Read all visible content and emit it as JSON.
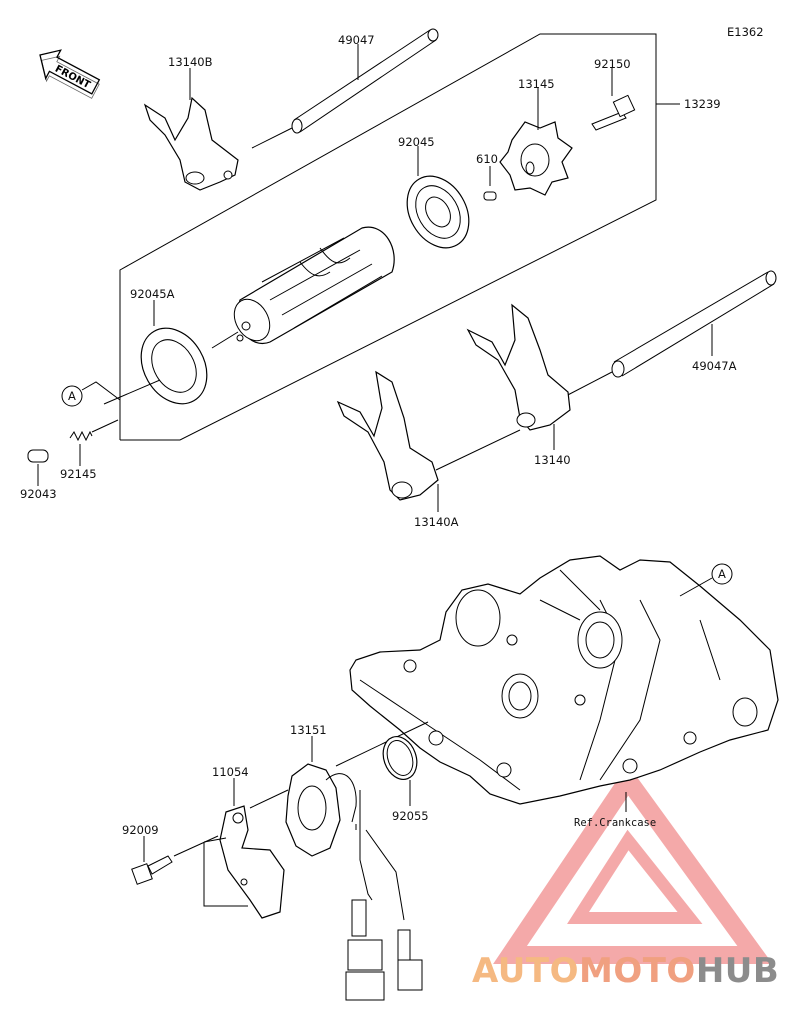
{
  "diagram_code": "E1362",
  "front_label": "FRONT",
  "ref_marker": "A",
  "parts": {
    "p49047": "49047",
    "p13140B": "13140B",
    "p13145": "13145",
    "p92150": "92150",
    "p13239": "13239",
    "p92045": "92045",
    "p610": "610",
    "p92045A": "92045A",
    "p49047A": "49047A",
    "p13140": "13140",
    "p92145": "92145",
    "p92043": "92043",
    "p13140A": "13140A",
    "p13151": "13151",
    "p11054": "11054",
    "p92055": "92055",
    "p92009": "92009"
  },
  "ref_crankcase": "Ref.Crankcase",
  "watermark": {
    "part1": "AUTO",
    "part2": "MOTO",
    "part3": "HUB",
    "color1": "#f5b982",
    "color2": "#f0a080",
    "color3": "#8c8c8c",
    "triangle_color": "#f29a9a"
  }
}
